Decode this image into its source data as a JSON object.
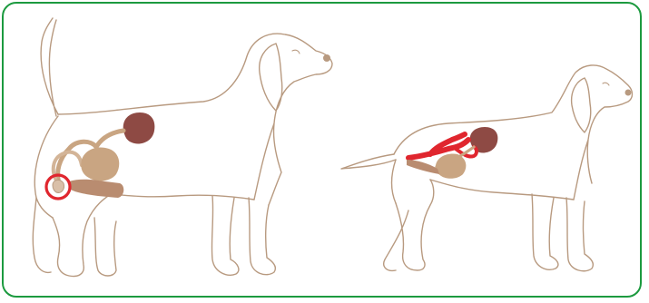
{
  "colors": {
    "frame": "#1c9a3f",
    "outline": "#b89a80",
    "organ_tan": "#c9a582",
    "organ_dark": "#a06858",
    "kidney": "#8e4a44",
    "highlight": "#e0262e"
  },
  "panels": [
    {
      "subject": "male-dog",
      "highlight": "circle"
    },
    {
      "subject": "female-dog",
      "highlight": "duct"
    }
  ]
}
